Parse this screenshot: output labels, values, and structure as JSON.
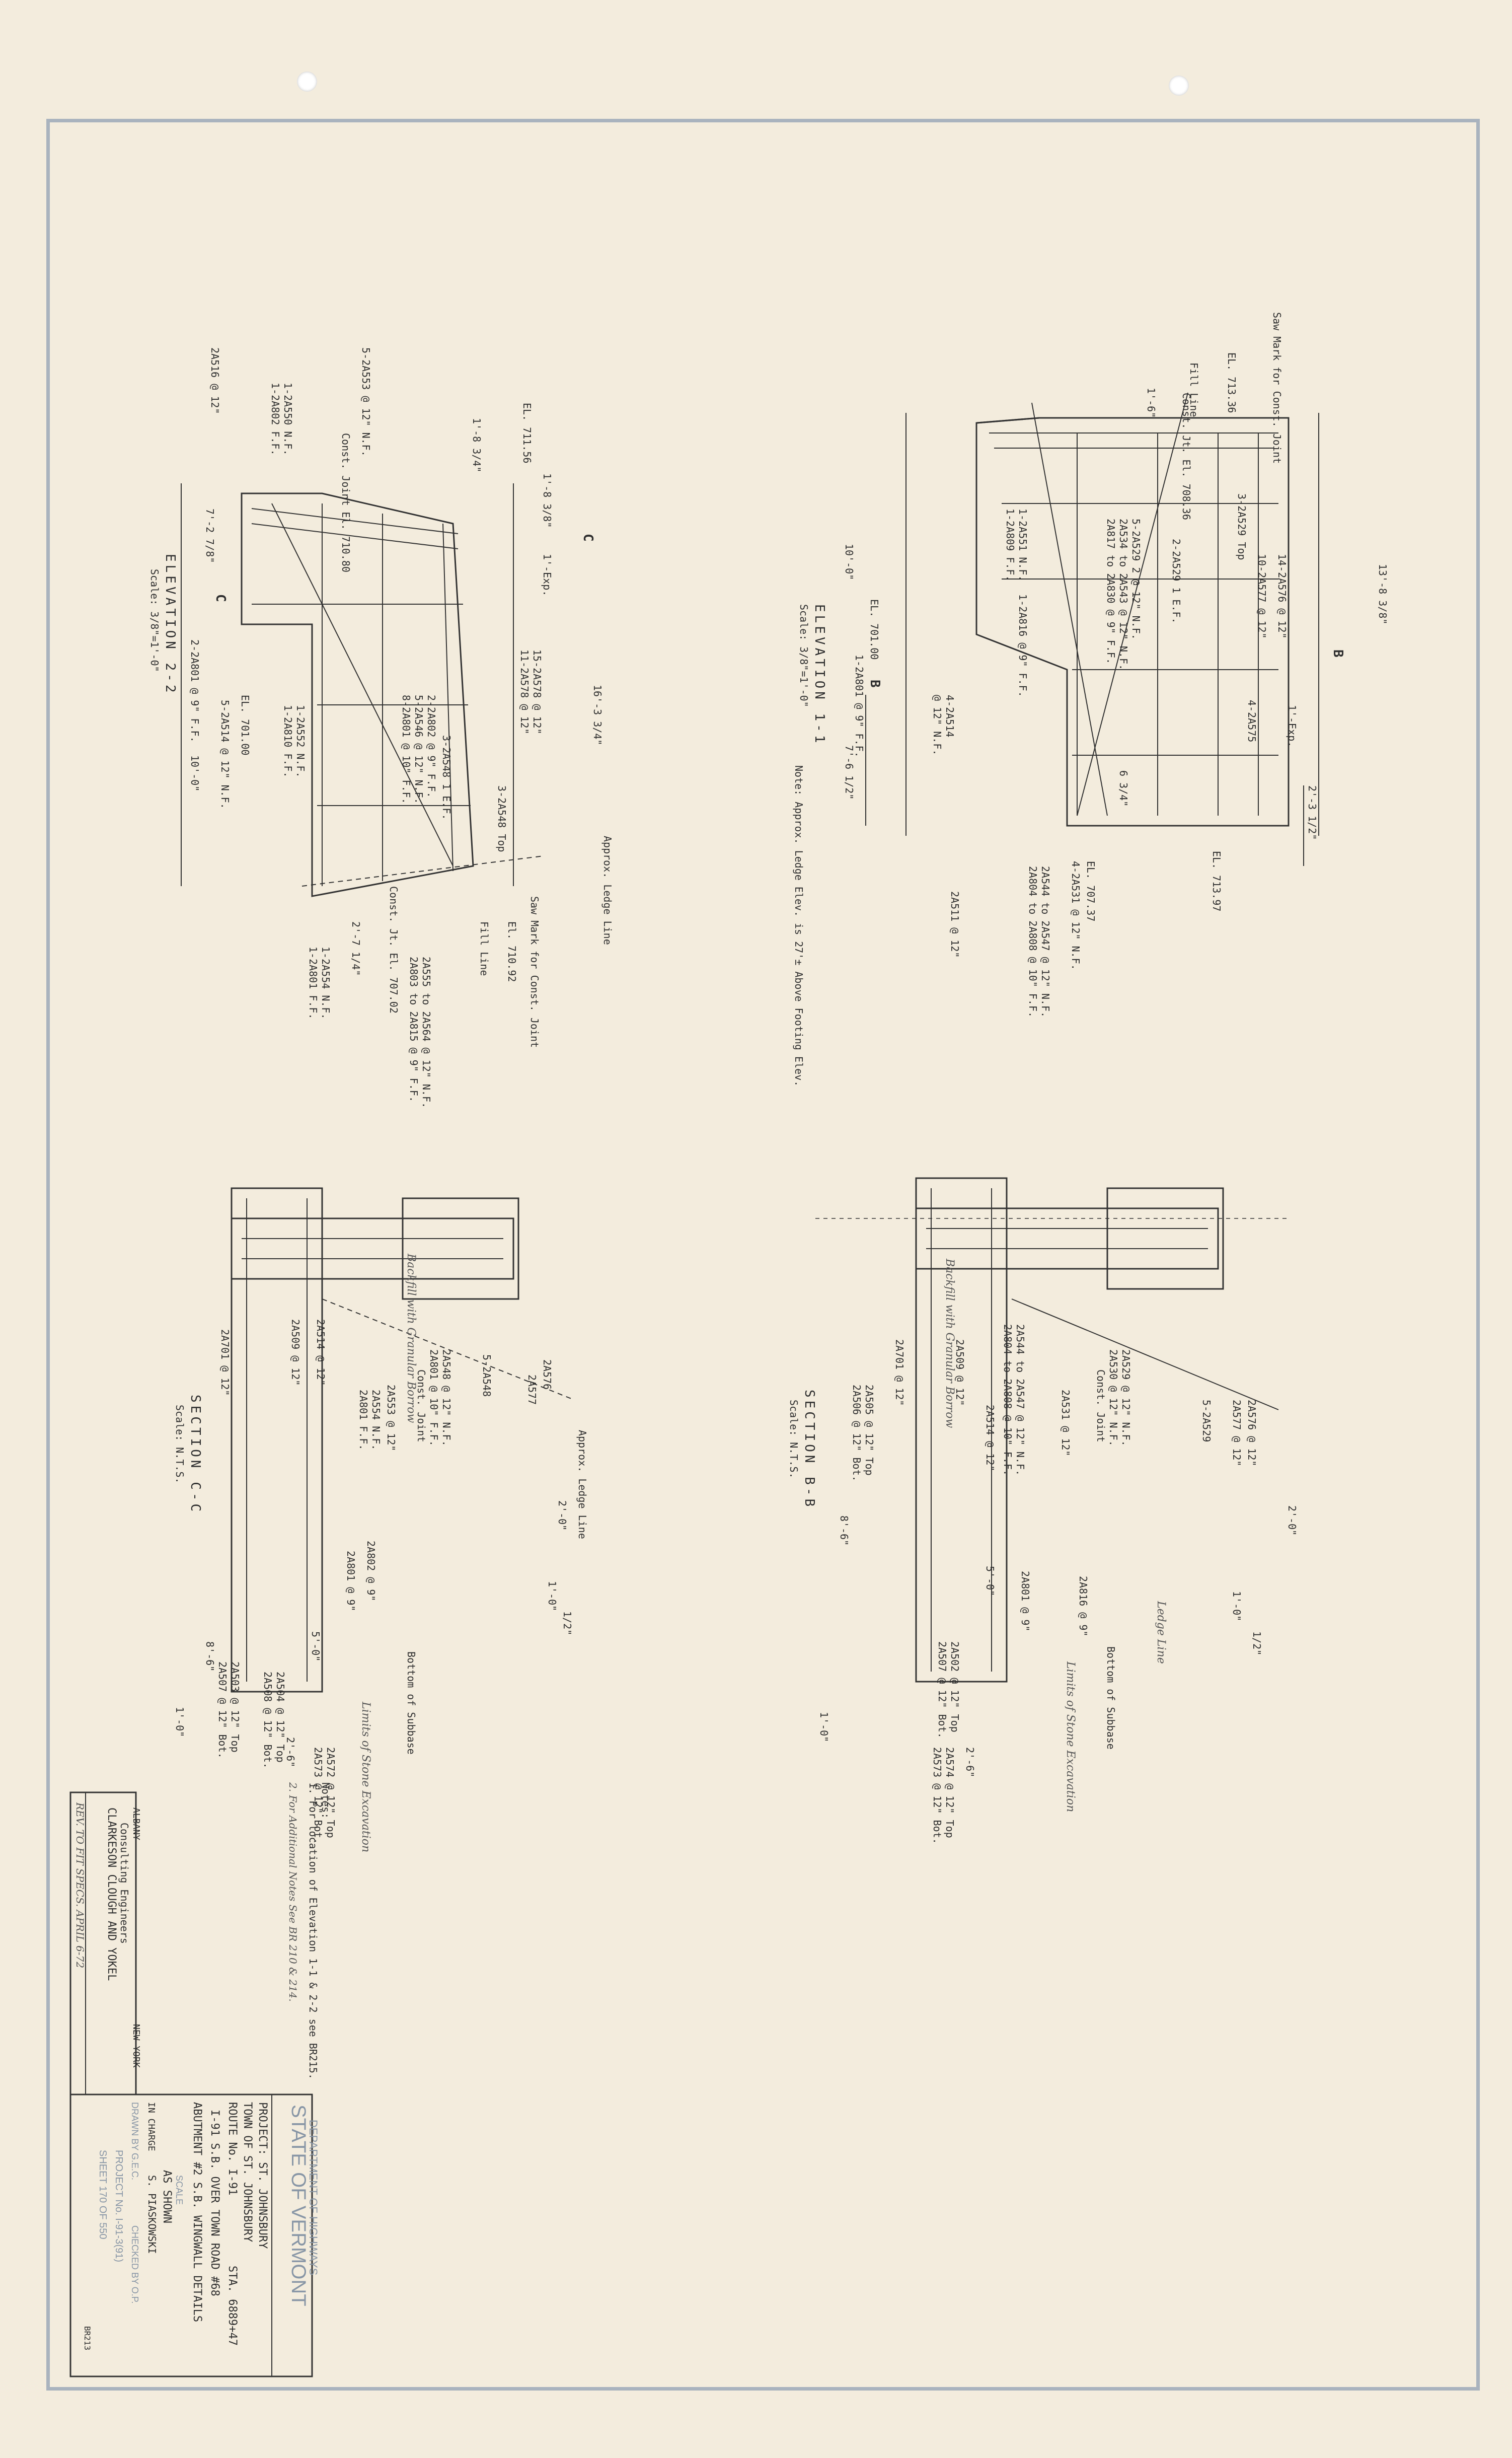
{
  "title_block": {
    "state": "STATE OF VERMONT",
    "department": "DEPARTMENT OF HIGHWAYS",
    "project": "PROJECT: ST. JOHNSBURY",
    "town": "TOWN OF ST. JOHNSBURY",
    "route": "ROUTE No. I-91",
    "station": "STA. 6889+47",
    "bridge_line": "I-91 S.B. OVER TOWN ROAD #68",
    "drawing_title": "ABUTMENT #2 S.B. WINGWALL DETAILS",
    "scale_label": "SCALE",
    "scale": "AS SHOWN",
    "in_charge_label": "IN CHARGE",
    "in_charge": "S. PIASKOWSKI",
    "drawn_by": "DRAWN BY G.E.C.",
    "checked_by": "CHECKED BY O.P.",
    "project_no": "PROJECT No. I-91-3(91)",
    "sheet": "SHEET 170 OF 550",
    "sheet_code": "BR213"
  },
  "consultant": {
    "firm": "CLARKESON CLOUGH AND YOKEL",
    "role": "Consulting Engineers",
    "city_left": "ALBANY",
    "city_right": "NEW YORK",
    "revision_note": "REV. TO FIT SPECS. APRIL 6-72"
  },
  "elev_11": {
    "title": "ELEVATION 1-1",
    "scale": "Scale: 3/8\"=1'-0\"",
    "labels": [
      "Saw Mark for Const. Joint",
      "EL. 713.36",
      "Fill Line",
      "Const. Jt. El. 708.36",
      "1'-6\"",
      "13'-8 3/8\"",
      "14-2A576 @ 12\"",
      "10-2A577 @ 12\"",
      "3-2A529 Top",
      "2-2A529 1 E.F.",
      "1'-Exp.",
      "4-2A575",
      "5-2A529 2 @ 12\" N.F.",
      "2A534 to 2A543 @ 12\" N.F.",
      "2A817 to 2A830 @ 9\" F.F.",
      "1-2A551 N.F.",
      "1-2A809 F.F.",
      "1-2A816 @ 9\" F.F.",
      "EL. 701.00",
      "1-2A801 @ 9\" F.F.",
      "10'-0\"",
      "4-2A514",
      "@ 12\" N.F.",
      "7'-6 1/2\"",
      "2'-3 1/2\"",
      "EL. 713.97",
      "6 3/4\"",
      "EL. 707.37",
      "4-2A531 @ 12\" N.F.",
      "2A544 to 2A547 @ 12\" N.F.",
      "2A804 to 2A808 @ 10\" F.F.",
      "2A511 @ 12\"",
      "B"
    ],
    "note": "Note: Approx. Ledge Elev. is 27'± Above Footing Elev."
  },
  "elev_22": {
    "title": "ELEVATION 2-2",
    "scale": "Scale: 3/8\"=1'-0\"",
    "labels": [
      "5-2A553 @ 12\" N.F.",
      "1-2A550 N.F.",
      "1-2A802 F.F.",
      "Const. Joint El. 710.80",
      "2A516 @ 12\"",
      "7'-2 7/8\"",
      "EL. 711.56",
      "1'-8 3/4\"",
      "1'-8 3/8\"",
      "1'-Exp.",
      "15-2A578 @ 12\"",
      "11-2A578 @ 12\"",
      "16'-3 3/4\"",
      "2-2A802 @ 9\" F.F.",
      "5-2A546 @ 12\" N.F.",
      "8-2A801 @ 10\" F.F.",
      "3-2A548 1 E.F.",
      "3-2A548 Top",
      "1-2A552 N.F.",
      "1-2A810 F.F.",
      "EL. 701.00",
      "5-2A514 @ 12\" N.F.",
      "2-2A801 @ 9\" F.F.",
      "10'-0\"",
      "Approx. Ledge Line",
      "Saw Mark for Const. Joint",
      "El. 710.92",
      "Fill Line",
      "Const. Jt. El. 707.02",
      "2'-7 1/4\"",
      "1-2A554 N.F.",
      "1-2A801 F.F.",
      "2A555 to 2A564 @ 12\" N.F.",
      "2A803 to 2A815 @ 9\" F.F.",
      "C"
    ]
  },
  "section_bb": {
    "title": "SECTION B-B",
    "scale": "Scale: N.T.S.",
    "labels": [
      "2A576 @ 12\"",
      "2A577 @ 12\"",
      "5-2A529",
      "2A529 @ 12\" N.F.",
      "2A530 @ 12\" N.F.",
      "Const. Joint",
      "2A531 @ 12\"",
      "2A544 to 2A547 @ 12\" N.F.",
      "2A804 to 2A808 @ 10\" F.F.",
      "2A509 @ 12\"",
      "2A514 @ 12\"",
      "2A701 @ 12\"",
      "2A505 @ 12\" Top",
      "2A506 @ 12\" Bot.",
      "2'-0\"",
      "1'-0\"",
      "1/2\"",
      "8'-6\"",
      "5'-0\"",
      "2A816 @ 9\"",
      "2A801 @ 9\"",
      "Bottom of Subbase",
      "2A502 @ 12\" Top",
      "2A507 @ 12\" Bot.",
      "2'-6\"",
      "2A574 @ 12\" Top",
      "2A573 @ 12\" Bot.",
      "1'-0\""
    ],
    "hand_notes": [
      "Backfill with Granular Borrow",
      "Limits of Stone Excavation",
      "Ledge Line"
    ]
  },
  "section_cc": {
    "title": "SECTION C-C",
    "scale": "Scale: N.T.S.",
    "labels": [
      "2A576",
      "2A577",
      "5-2A548",
      "2A548 @ 12\" N.F.",
      "2A801 @ 10\" F.F.",
      "Const. Joint",
      "2A553 @ 12\"",
      "2A554 N.F.",
      "2A801 F.F.",
      "2A514 @ 12\"",
      "2A509 @ 12\"",
      "2A701 @ 12\"",
      "2A503 @ 12\" Top",
      "2A507 @ 12\" Bot.",
      "2'-0\"",
      "1'-0\"",
      "1/2\"",
      "8'-6\"",
      "5'-0\"",
      "2A802 @ 9\"",
      "2A801 @ 9\"",
      "Bottom of Subbase",
      "2A504 @ 12\" Top",
      "2A508 @ 12\" Bot.",
      "2'-6\"",
      "2A572 @ 12\" Top",
      "2A573 @ 12\" Bot.",
      "1'-0\"",
      "Approx. Ledge Line"
    ],
    "hand_notes": [
      "Backfill with Granular Borrow",
      "Limits of Stone Excavation"
    ]
  },
  "notes": {
    "heading": "Notes:",
    "items": [
      "1. For location of Elevation 1-1 & 2-2 see BR215.",
      "2. For Additional Notes See BR 210 & 214."
    ]
  },
  "colors": {
    "paper": "#f3ecdd",
    "ink": "#2b2b2b",
    "border_blue": "#a9b3be",
    "title_blue": "#8896a6"
  }
}
